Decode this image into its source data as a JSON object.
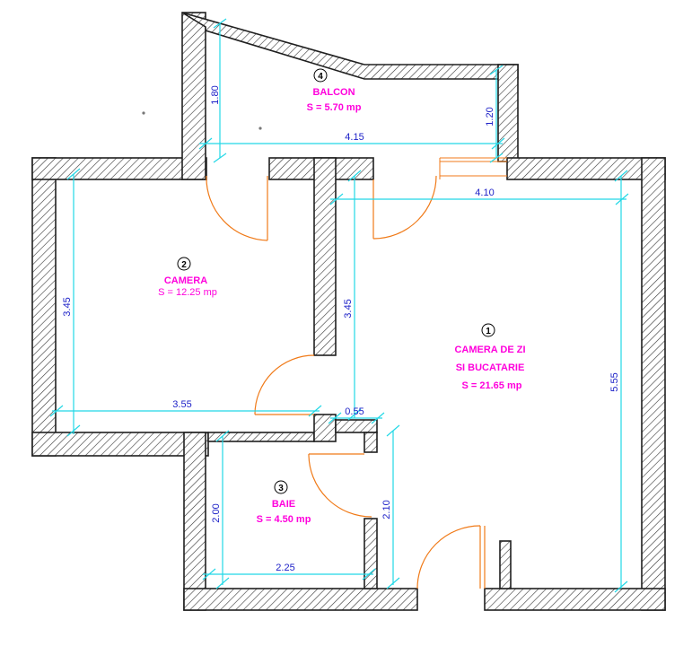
{
  "rooms": [
    {
      "id": "1",
      "name_line1": "CAMERA DE ZI",
      "name_line2": "SI BUCATARIE",
      "area": "S = 21.65 mp"
    },
    {
      "id": "2",
      "name_line1": "CAMERA",
      "area": "S = 12.25 mp"
    },
    {
      "id": "3",
      "name_line1": "BAIE",
      "area": "S = 4.50 mp"
    },
    {
      "id": "4",
      "name_line1": "BALCON",
      "area": "S = 5.70 mp"
    }
  ],
  "dimensions": {
    "balcon_height_left": "1.80",
    "balcon_height_right": "1.20",
    "balcon_width": "4.15",
    "living_width": "4.10",
    "living_height": "5.55",
    "camera_height": "3.45",
    "corridor_height": "3.45",
    "camera_width": "3.55",
    "corridor_width": "0.55",
    "baie_height": "2.00",
    "baie_side_height": "2.10",
    "baie_width": "2.25"
  },
  "colors": {
    "dimension_line": "#22d8e6",
    "dimension_text": "#1e22c8",
    "room_label": "#ff00dc",
    "door": "#f07a18"
  }
}
